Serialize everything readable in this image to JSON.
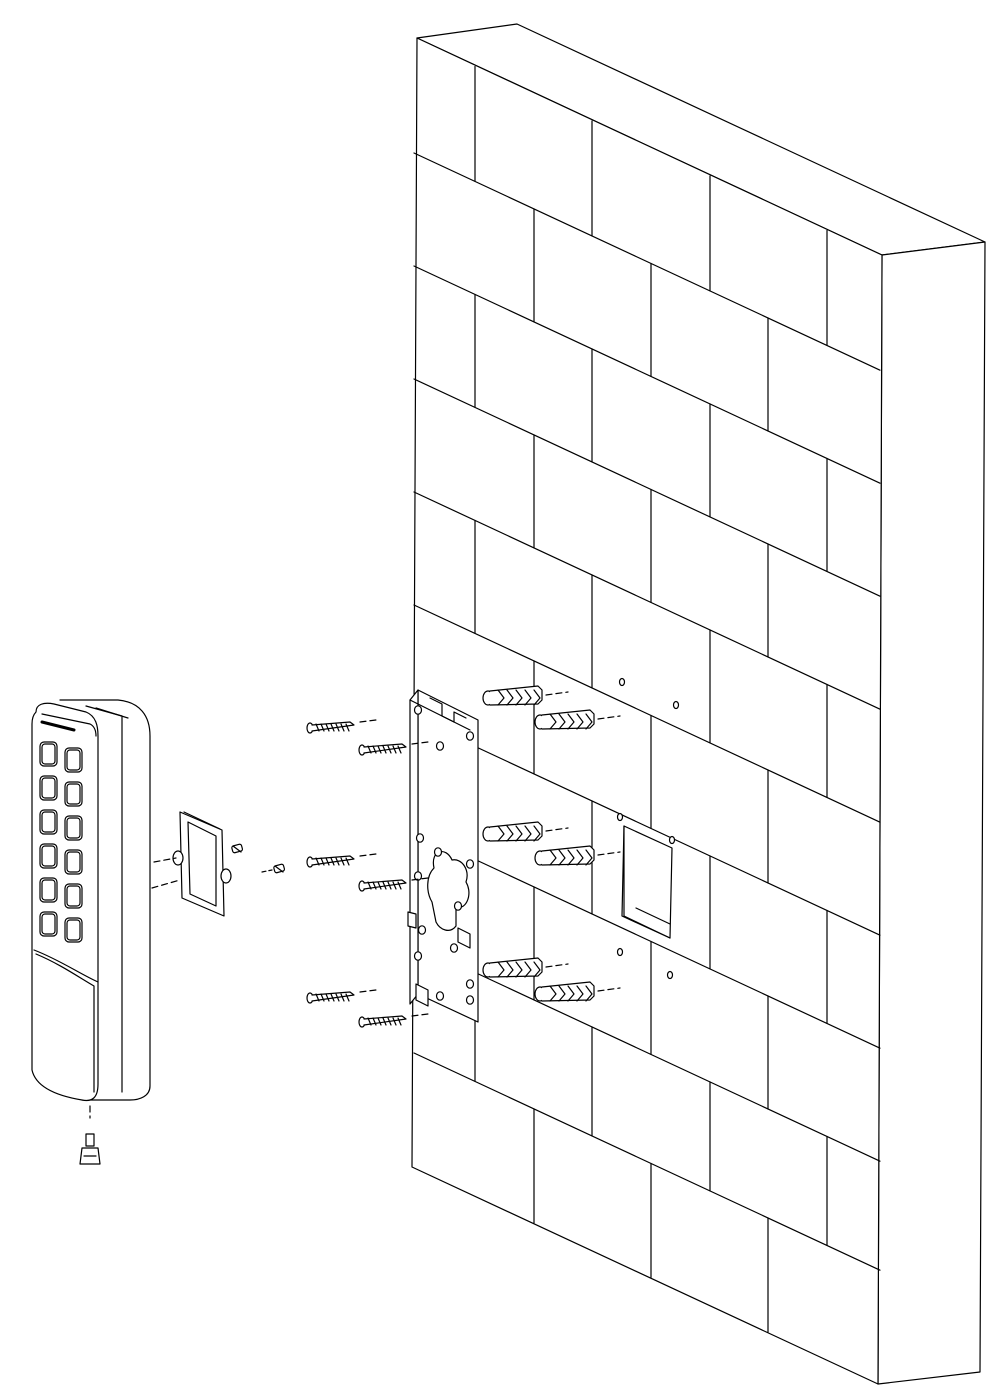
{
  "diagram": {
    "kind": "exploded-installation-view",
    "line_color": "#000000",
    "background": "#ffffff",
    "components": [
      {
        "name": "brick-wall",
        "icon": "wall-icon"
      },
      {
        "name": "mounting-plate",
        "icon": "plate-icon"
      },
      {
        "name": "wall-anchor",
        "icon": "anchor-icon",
        "count": 6
      },
      {
        "name": "wall-screw",
        "icon": "screw-icon",
        "count": 6
      },
      {
        "name": "tamper-bracket",
        "icon": "bracket-icon"
      },
      {
        "name": "small-screw",
        "icon": "screw-icon",
        "count": 2
      },
      {
        "name": "keypad-card-reader",
        "icon": "keypad-icon",
        "keys": 12
      },
      {
        "name": "bottom-screw",
        "icon": "screw-icon",
        "count": 1
      },
      {
        "name": "cable-hole",
        "icon": "hole-icon"
      }
    ]
  }
}
